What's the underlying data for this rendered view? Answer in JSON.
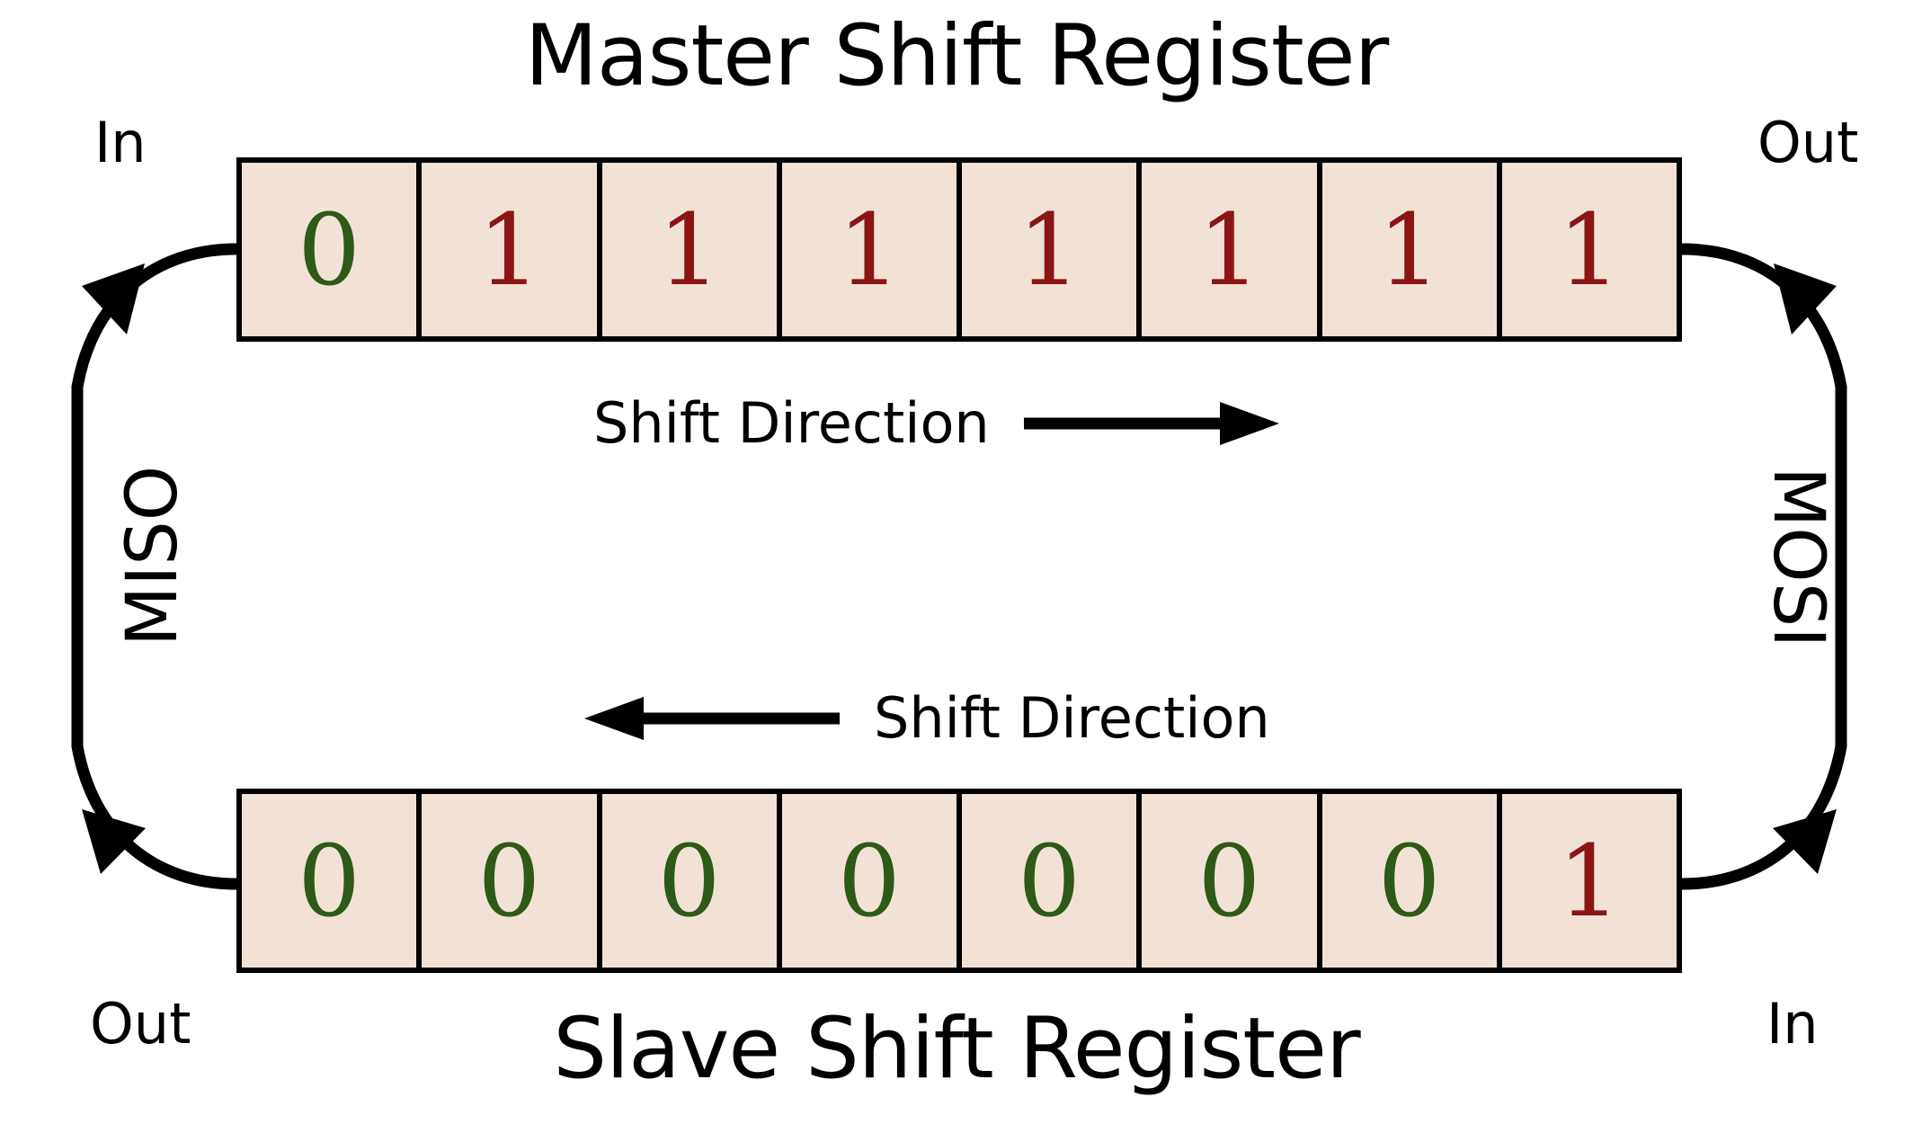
{
  "diagram": {
    "title_master": "Master Shift Register",
    "title_slave": "Slave Shift Register",
    "background_color": "#ffffff",
    "cell_fill_color": "#f2e2d6",
    "cell_border_color": "#000000",
    "bit_zero_color": "#2d5a16",
    "bit_one_color": "#8b1515",
    "wire_color": "#000000"
  },
  "master": {
    "title": "Master Shift Register",
    "label_in": "In",
    "label_out": "Out",
    "shift_direction_label": "Shift Direction",
    "shift_direction_arrow": "arrow-right",
    "bits": [
      "0",
      "1",
      "1",
      "1",
      "1",
      "1",
      "1",
      "1"
    ]
  },
  "slave": {
    "title": "Slave Shift Register",
    "label_in": "In",
    "label_out": "Out",
    "shift_direction_label": "Shift Direction",
    "shift_direction_arrow": "arrow-left",
    "bits": [
      "0",
      "0",
      "0",
      "0",
      "0",
      "0",
      "0",
      "1"
    ]
  },
  "buses": {
    "miso": "MISO",
    "mosi": "MOSI"
  }
}
